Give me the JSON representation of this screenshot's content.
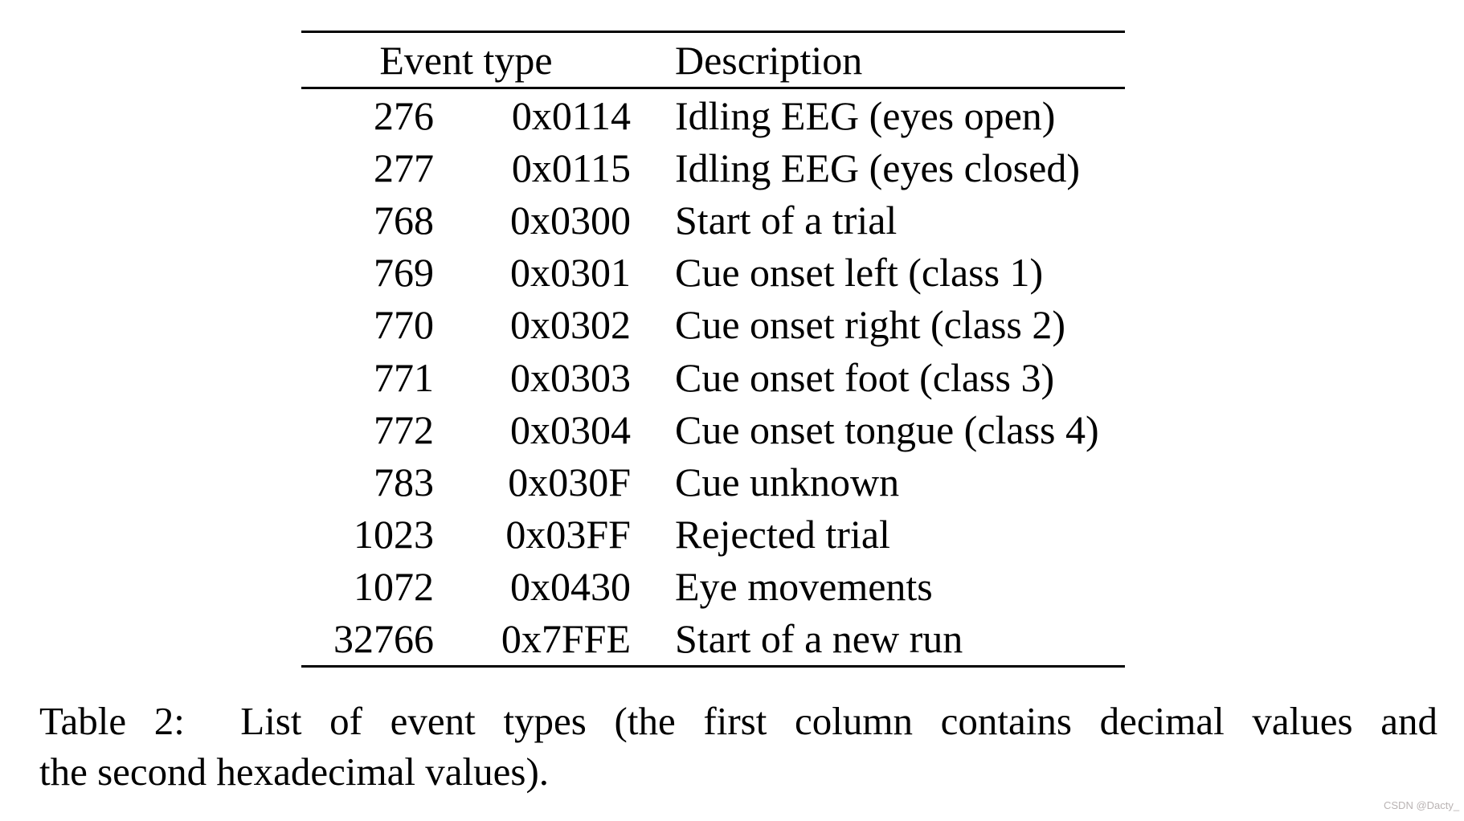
{
  "table": {
    "headers": {
      "event_type": "Event type",
      "description": "Description"
    },
    "rows": [
      {
        "decimal": "276",
        "hex": "0x0114",
        "description": "Idling EEG (eyes open)"
      },
      {
        "decimal": "277",
        "hex": "0x0115",
        "description": "Idling EEG (eyes closed)"
      },
      {
        "decimal": "768",
        "hex": "0x0300",
        "description": "Start of a trial"
      },
      {
        "decimal": "769",
        "hex": "0x0301",
        "description": "Cue onset left (class 1)"
      },
      {
        "decimal": "770",
        "hex": "0x0302",
        "description": "Cue onset right (class 2)"
      },
      {
        "decimal": "771",
        "hex": "0x0303",
        "description": "Cue onset foot (class 3)"
      },
      {
        "decimal": "772",
        "hex": "0x0304",
        "description": "Cue onset tongue (class 4)"
      },
      {
        "decimal": "783",
        "hex": "0x030F",
        "description": "Cue unknown"
      },
      {
        "decimal": "1023",
        "hex": "0x03FF",
        "description": "Rejected trial"
      },
      {
        "decimal": "1072",
        "hex": "0x0430",
        "description": "Eye movements"
      },
      {
        "decimal": "32766",
        "hex": "0x7FFE",
        "description": "Start of a new run"
      }
    ]
  },
  "caption": {
    "line1": "Table 2:  List of event types (the first column contains decimal values and",
    "line2": "the second hexadecimal values)."
  },
  "watermark": "CSDN @Dacty_",
  "colors": {
    "text": "#000000",
    "background": "#ffffff",
    "rule": "#000000",
    "watermark": "#b9b3b3"
  }
}
